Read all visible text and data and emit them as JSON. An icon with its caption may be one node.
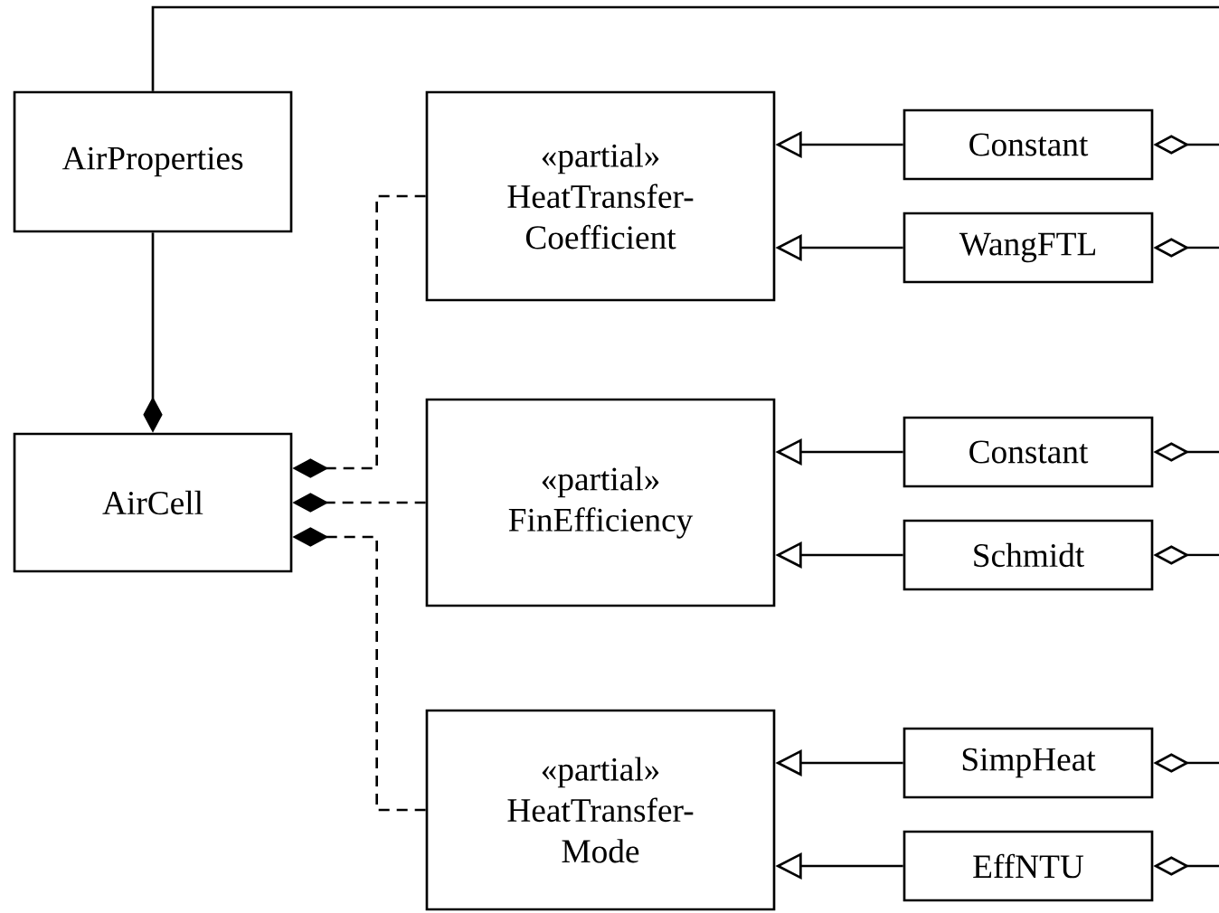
{
  "diagram": {
    "nodes": [
      {
        "text": [
          "AirProperties"
        ]
      },
      {
        "text": [
          "«partial»",
          "HeatTransfer- Coefficient"
        ]
      },
      {
        "text": [
          "Constant"
        ]
      },
      {
        "text": [
          "WangFTL"
        ]
      },
      {
        "text": [
          "AirCell"
        ]
      },
      {
        "text": [
          "«partial»",
          "FinEfficiency"
        ]
      },
      {
        "text": [
          "Constant"
        ]
      },
      {
        "text": [
          "Schmidt"
        ]
      },
      {
        "text": [
          "«partial»",
          "HeatTransfer- Mode"
        ]
      },
      {
        "text": [
          "SimpHeat"
        ]
      },
      {
        "text": [
          "EffNTU"
        ]
      }
    ],
    "edges": [
      {
        "from": 0,
        "to": null,
        "arrow": "none"
      },
      {
        "from": 0,
        "to": 4,
        "arrow": "other"
      },
      {
        "from": 1,
        "to": 4,
        "arrow": "other",
        "style": "dashed"
      },
      {
        "from": 5,
        "to": 4,
        "arrow": "other",
        "style": "dashed"
      },
      {
        "from": 8,
        "to": 4,
        "arrow": "other",
        "style": "dashed"
      },
      {
        "from": 2,
        "to": 1,
        "arrow": "to"
      },
      {
        "from": 3,
        "to": 1,
        "arrow": "to"
      },
      {
        "from": 6,
        "to": 5,
        "arrow": "to"
      },
      {
        "from": 7,
        "to": 5,
        "arrow": "to"
      },
      {
        "from": 9,
        "to": 8,
        "arrow": "to"
      },
      {
        "from": 10,
        "to": 8,
        "arrow": "to"
      },
      {
        "from": null,
        "to": 2,
        "arrow": "other"
      },
      {
        "from": null,
        "to": 3,
        "arrow": "other"
      },
      {
        "from": null,
        "to": 6,
        "arrow": "other"
      },
      {
        "from": null,
        "to": 7,
        "arrow": "other"
      },
      {
        "from": null,
        "to": 9,
        "arrow": "other"
      },
      {
        "from": null,
        "to": 10,
        "arrow": "other"
      }
    ]
  }
}
